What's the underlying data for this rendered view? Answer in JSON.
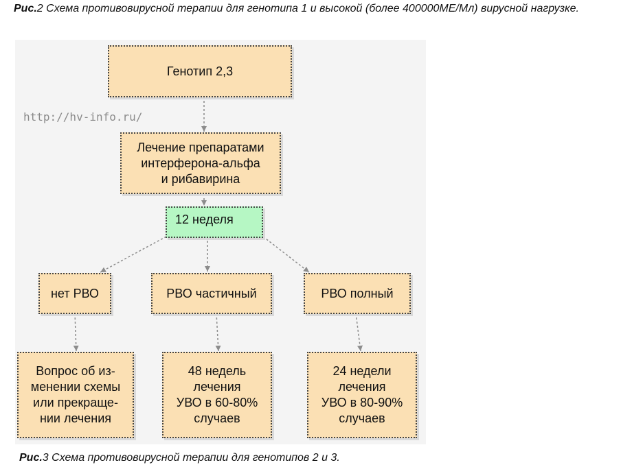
{
  "captions": {
    "top_prefix": "Рис.",
    "top_text": "2 Схема противовирусной терапии для генотипа 1 и высокой (более 400000МЕ/Мл) вирусной нагрузке.",
    "bottom_prefix": "Рис.",
    "bottom_text": "3 Схема противовирусной терапии для генотипов 2 и 3."
  },
  "watermark": "http://hv-info.ru/",
  "nodes": {
    "genotype": "Генотип 2,3",
    "treatment": "Лечение препаратами\nинтерферона-альфа\nи рибавирина",
    "week12": "12 неделя",
    "no_rvo": "нет РВО",
    "partial_rvo": "РВО частичный",
    "full_rvo": "РВО полный",
    "no_rvo_outcome": "Вопрос об из-\nменении схемы\nили прекраще-\nнии лечения",
    "partial_outcome": "48  недель\nлечения\nУВО в 60-80%\nслучаев",
    "full_outcome": "24 недели\nлечения\nУВО в 80-90%\nслучаев"
  },
  "colors": {
    "box_fill": "#fbe0b4",
    "highlight_fill": "#b6f7c4",
    "border": "#444444",
    "canvas": "#f4f4f4"
  }
}
